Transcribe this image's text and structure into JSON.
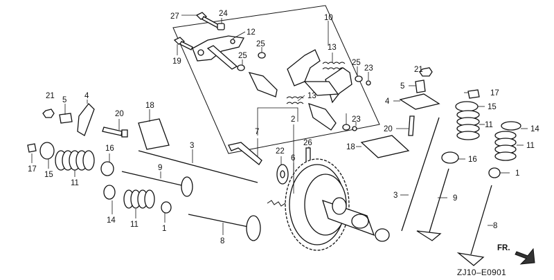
{
  "diagram": {
    "code": "ZJ10–E0901",
    "direction_label": "FR.",
    "callouts": {
      "c27": "27",
      "c24": "24",
      "c10": "10",
      "c12": "12",
      "c19": "19",
      "c25a": "25",
      "c25b": "25",
      "c25c": "25",
      "c13a": "13",
      "c13b": "13",
      "c23a": "23",
      "c23b": "23",
      "c21a": "21",
      "c5a": "5",
      "c4a": "4",
      "c20a": "20",
      "c18a": "18",
      "c17a": "17",
      "c15a": "15",
      "c11a": "11",
      "c16a": "16",
      "c3a": "3",
      "c9a": "9",
      "c14a": "14",
      "c11b": "11",
      "c1a": "1",
      "c8a": "8",
      "c7": "7",
      "c2": "2",
      "c22": "22",
      "c6": "6",
      "c26": "26",
      "c21b": "21",
      "c5b": "5",
      "c17b": "17",
      "c4b": "4",
      "c15b": "15",
      "c11c": "11",
      "c14b": "14",
      "c20b": "20",
      "c11d": "11",
      "c18b": "18",
      "c16b": "16",
      "c1b": "1",
      "c3b": "3",
      "c9b": "9",
      "c8b": "8"
    },
    "icons": [
      "direction-arrow-icon"
    ]
  }
}
